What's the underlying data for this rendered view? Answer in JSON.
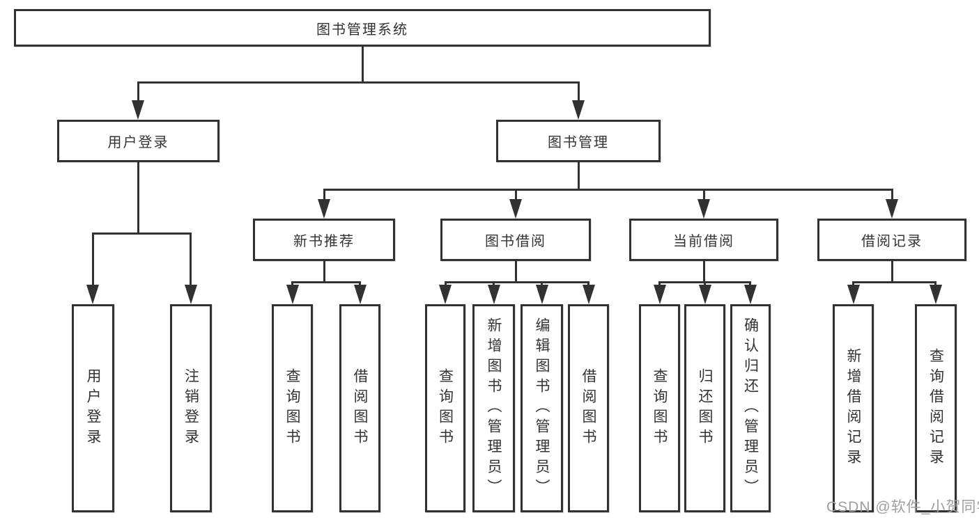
{
  "watermark": "CSDN @软件_小贺同学",
  "colors": {
    "line": "#323232",
    "text": "#333333",
    "watermark": "#9e9e9e",
    "background": "#ffffff"
  },
  "tree": {
    "label": "图书管理系统",
    "children": [
      {
        "label": "用户登录",
        "children": [
          {
            "label": "用户登录"
          },
          {
            "label": "注销登录"
          }
        ]
      },
      {
        "label": "图书管理",
        "children": [
          {
            "label": "新书推荐",
            "children": [
              {
                "label": "查询图书"
              },
              {
                "label": "借阅图书"
              }
            ]
          },
          {
            "label": "图书借阅",
            "children": [
              {
                "label": "查询图书"
              },
              {
                "label": "新增图书（管理员）"
              },
              {
                "label": "编辑图书（管理员）"
              },
              {
                "label": "借阅图书"
              }
            ]
          },
          {
            "label": "当前借阅",
            "children": [
              {
                "label": "查询图书"
              },
              {
                "label": "归还图书"
              },
              {
                "label": "确认归还（管理员）"
              }
            ]
          },
          {
            "label": "借阅记录",
            "children": [
              {
                "label": "新增借阅记录"
              },
              {
                "label": "查询借阅记录"
              }
            ]
          }
        ]
      }
    ]
  }
}
